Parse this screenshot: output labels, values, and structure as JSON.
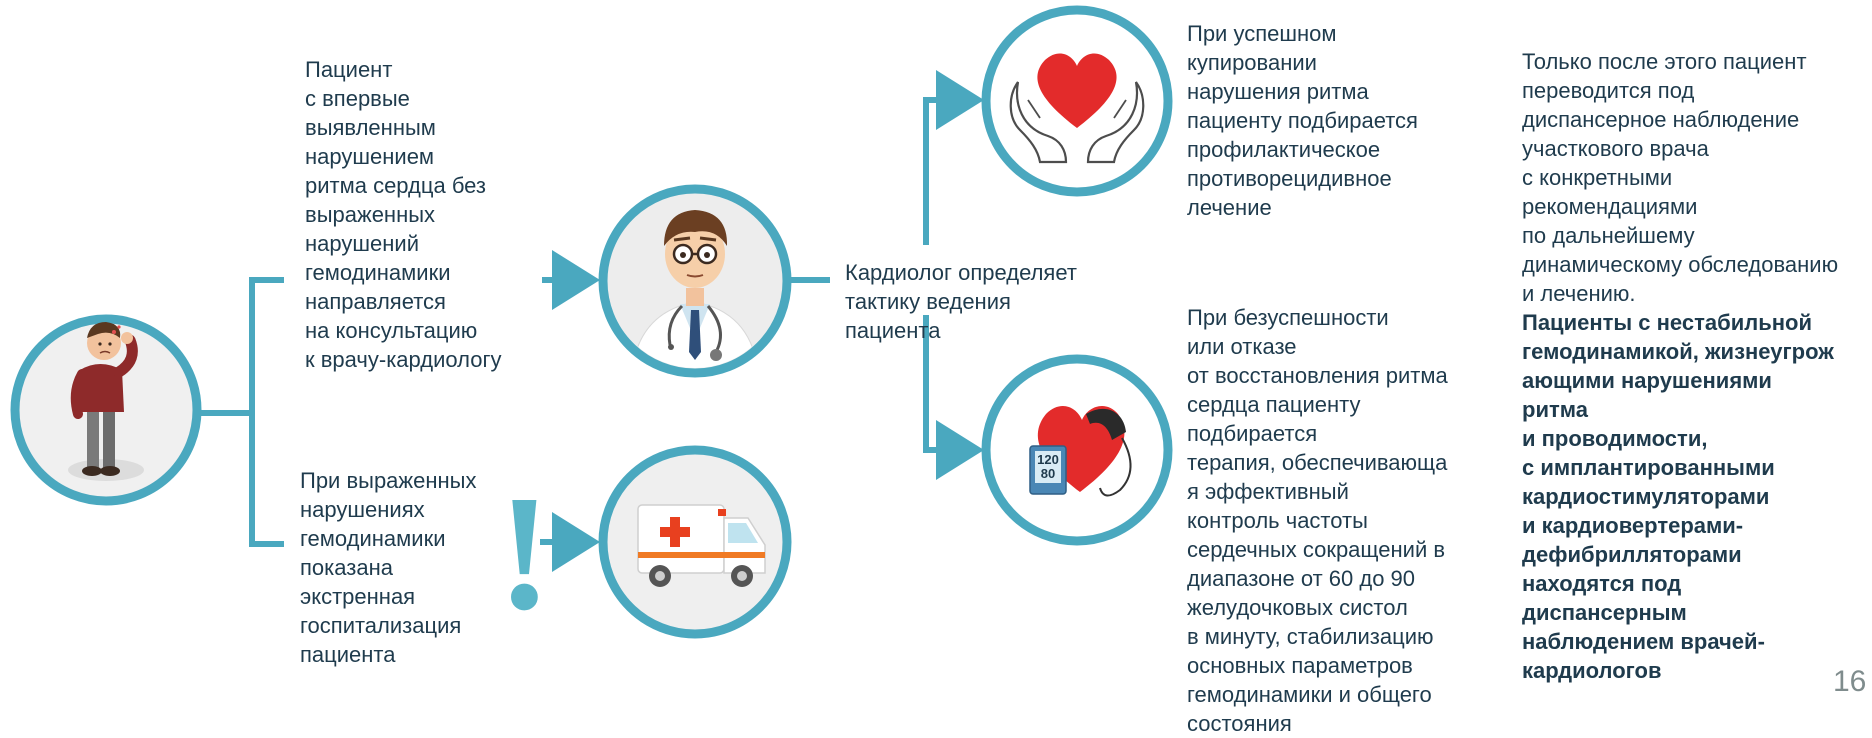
{
  "texts": {
    "patient": "Пациент\nс  впервые\nвыявленным\nнарушением\nритма  сердца  без\nвыраженных\nнарушений\nгемодинамики\nнаправляется\nна консультацию\nк врачу-кардиологу",
    "emergency": "При выраженных\nнарушениях\nгемодинамики\nпоказана\nэкстренная\nгоспитализация\nпациента",
    "cardiologist": "Кардиолог определяет\nтактику ведения\nпациента",
    "success": "При успешном\nкупировании\nнарушения ритма\nпациенту подбирается\nпрофилактическое\nпротиворецидивное\nлечение",
    "failure": "При  безуспешности\nили  отказе\nот  восстановления ритма\nсердца пациенту\nподбирается\nтерапия, обеспечивающа\nя  эффективный\nконтроль  частоты\nсердечных сокращений в\nдиапазоне от 60 до 90\nжелудочковых систол\nв минуту, стабилизацию\nосновных параметров\nгемодинамики и общего\nсостояния",
    "dispensary": "Только после этого пациент\nпереводится под\nдиспансерное наблюдение\nучасткового врача\nс конкретными\nрекомендациями\nпо дальнейшему\nдинамическому обследованию\nи лечению.",
    "risk": "Пациенты  с  нестабильной\nгемодинамикой, жизнеугрож\nающими  нарушениями\nритма\nи  проводимости,\nс  имплантированными\nкардиостимуляторами\nи кардиовертерами-\nдефибрилляторами\nнаходятся под\nдиспансерным\nнаблюдением врачей-\nкардиологов"
  },
  "exclamation": "!",
  "page_number": "16",
  "bp_display": {
    "top": "120",
    "bottom": "80"
  },
  "colors": {
    "circle_ring": "#4aa8bf",
    "connector": "#4aa8bf",
    "text": "#1f3b4d",
    "heart": "#e32b2b",
    "ambulance_stripe": "#f07a24"
  }
}
